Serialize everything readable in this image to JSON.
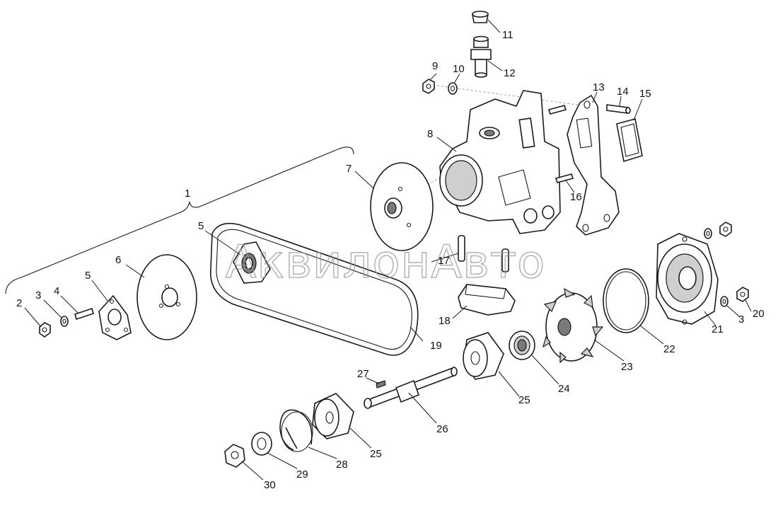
{
  "watermark": "АквилонАвто",
  "callouts": [
    "1",
    "2",
    "3",
    "3",
    "4",
    "5",
    "5",
    "6",
    "7",
    "8",
    "9",
    "10",
    "11",
    "12",
    "13",
    "14",
    "15",
    "16",
    "17",
    "18",
    "19",
    "20",
    "21",
    "22",
    "23",
    "24",
    "25",
    "25",
    "26",
    "27",
    "28",
    "29",
    "30"
  ]
}
